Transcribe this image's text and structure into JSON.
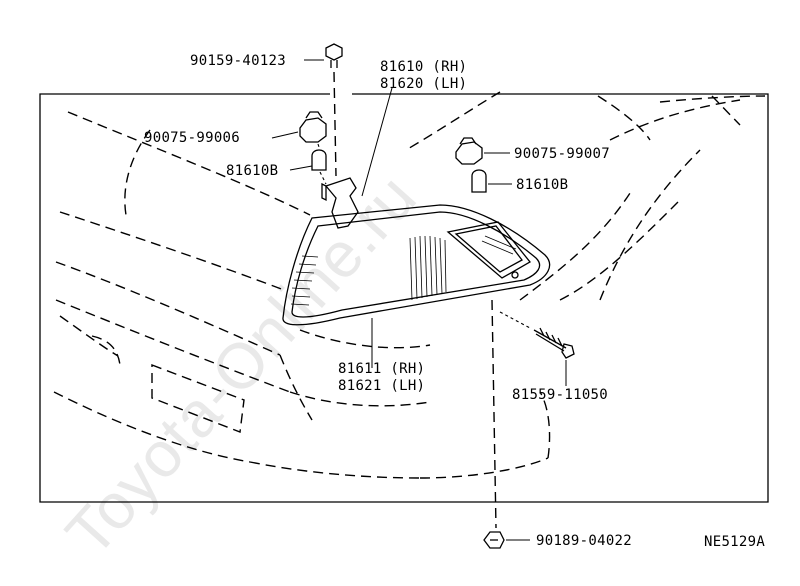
{
  "watermark": "Toyota-Online.ru",
  "diagram_code": "NE5129A",
  "callouts": {
    "screw_top": "90159-40123",
    "assembly_rh": "81610 (RH)",
    "assembly_lh": "81620 (LH)",
    "socket_left": "90075-99006",
    "bulb_left": "81610B",
    "socket_right": "90075-99007",
    "bulb_right": "81610B",
    "lens_rh": "81611 (RH)",
    "lens_lh": "81621 (LH)",
    "screw_side": "81559-11050",
    "clip_bottom": "90189-04022"
  }
}
